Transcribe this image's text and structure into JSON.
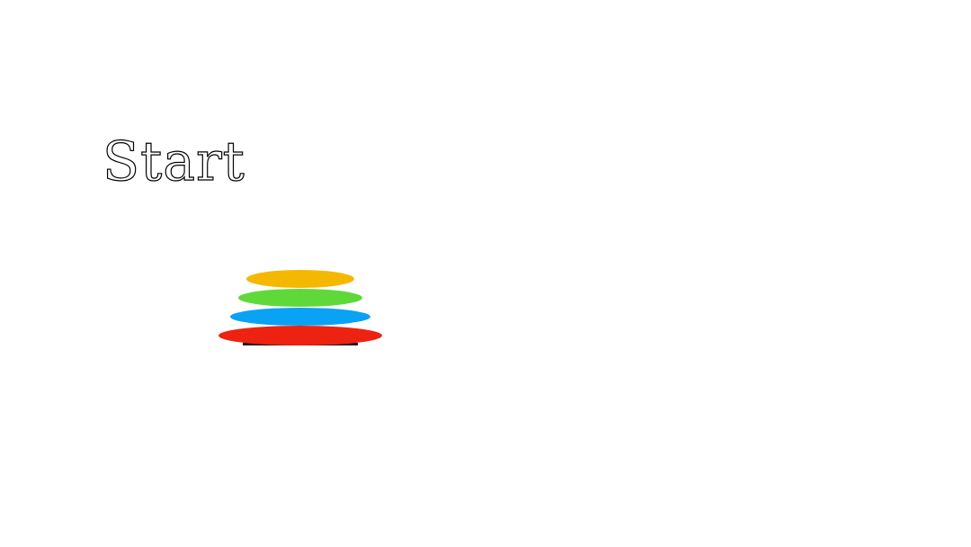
{
  "screen": {
    "start_label": "Start"
  },
  "tower": {
    "peg_color": "#1a1a1a",
    "disks": [
      {
        "name": "disk-yellow",
        "color": "#f5b800"
      },
      {
        "name": "disk-green",
        "color": "#5fd93a"
      },
      {
        "name": "disk-blue",
        "color": "#0aa2f5"
      },
      {
        "name": "disk-red",
        "color": "#ee2211"
      }
    ]
  }
}
